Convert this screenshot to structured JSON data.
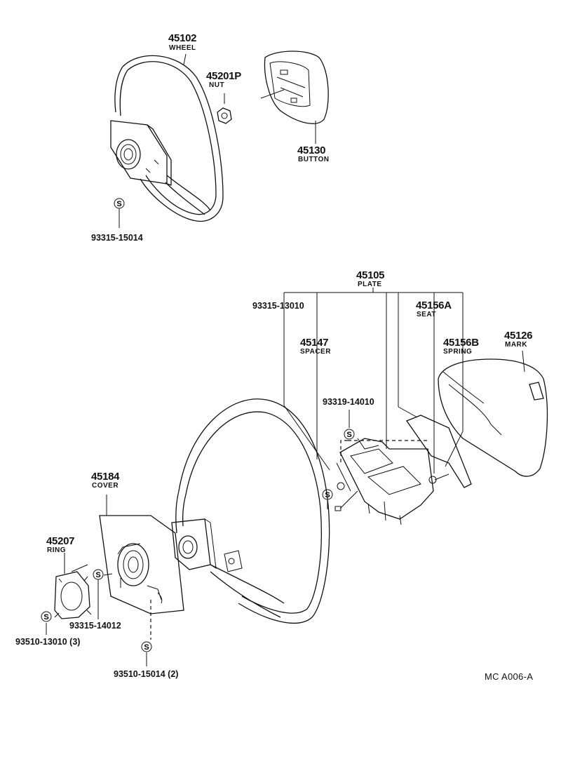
{
  "upper": {
    "wheel": {
      "part_no": "45102",
      "name": "WHEEL"
    },
    "nut": {
      "part_no": "45201P",
      "name": "NUT"
    },
    "button": {
      "part_no": "45130",
      "name": "BUTTON"
    },
    "screw": {
      "part_no": "93315-15014",
      "symbol": "S"
    }
  },
  "lower": {
    "plate": {
      "part_no": "45105",
      "name": "PLATE"
    },
    "screw_a": {
      "part_no": "93315-13010"
    },
    "spacer": {
      "part_no": "45147",
      "name": "SPACER"
    },
    "seat": {
      "part_no": "45156A",
      "name": "SEAT"
    },
    "spring": {
      "part_no": "45156B",
      "name": "SPRING"
    },
    "mark": {
      "part_no": "45126",
      "name": "MARK"
    },
    "screw_b": {
      "part_no": "93319-14010",
      "symbol": "S"
    },
    "cover": {
      "part_no": "45184",
      "name": "COVER"
    },
    "ring": {
      "part_no": "45207",
      "name": "RING"
    },
    "screw_c": {
      "part_no": "93315-14012",
      "symbol": "S"
    },
    "screw_d": {
      "part_no": "93510-13010 (3)",
      "symbol": "S"
    },
    "screw_e": {
      "part_no": "93510-15014 (2)",
      "symbol": "S"
    }
  },
  "footer": {
    "code": "MC  A006-A"
  }
}
